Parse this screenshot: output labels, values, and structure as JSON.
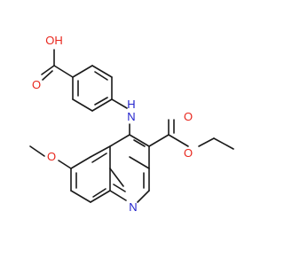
{
  "molecule": {
    "atoms": {
      "hydroxyl": "OH",
      "carbonyl_o_acid": "O",
      "amine": "N",
      "amine_h": "H",
      "carbonyl_o_ester": "O",
      "ester_o": "O",
      "methoxy_o": "O",
      "ring_n": "N"
    }
  },
  "colors": {
    "bond": "#1a1a1a",
    "oxygen": "#e8261d",
    "nitrogen": "#2222cc",
    "background": "#ffffff"
  }
}
